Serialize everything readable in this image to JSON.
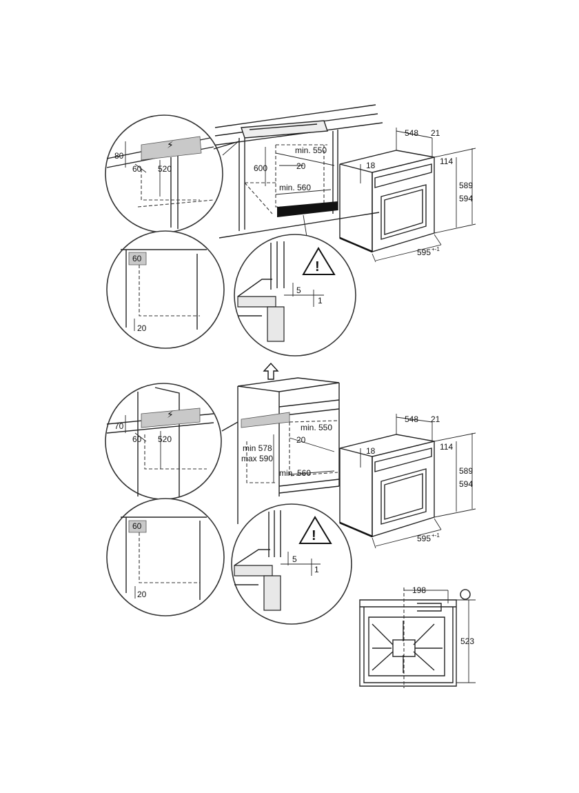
{
  "labels": {
    "top_cab_600": "600",
    "top_cab_min550": "min. 550",
    "top_cab_20": "20",
    "top_cab_min560": "min. 560",
    "top_oven_548": "548",
    "top_oven_21": "21",
    "top_oven_18": "18",
    "top_oven_114": "114",
    "top_oven_589": "589",
    "top_oven_594": "594",
    "top_oven_595": "595",
    "top_oven_595_sup": "+-1",
    "top_c1_80": "80",
    "top_c1_60": "60",
    "top_c1_520": "520",
    "top_c2_60": "60",
    "top_c2_20": "20",
    "top_c3_5": "5",
    "top_c3_1": "1",
    "bot_cab_min578": "min 578",
    "bot_cab_max590": "max 590",
    "bot_cab_min550": "min. 550",
    "bot_cab_20": "20",
    "bot_cab_min560": "min. 560",
    "bot_oven_548": "548",
    "bot_oven_21": "21",
    "bot_oven_18": "18",
    "bot_oven_114": "114",
    "bot_oven_589": "589",
    "bot_oven_594": "594",
    "bot_oven_595": "595",
    "bot_oven_595_sup": "+-1",
    "bot_c1_70": "70",
    "bot_c1_60": "60",
    "bot_c1_520": "520",
    "bot_c2_60": "60",
    "bot_c2_20": "20",
    "bot_c3_5": "5",
    "bot_c3_1": "1",
    "front_198": "198",
    "front_523": "523"
  },
  "icons": [
    "power-plug-icon",
    "warning-triangle-icon",
    "arrow-up-icon"
  ]
}
